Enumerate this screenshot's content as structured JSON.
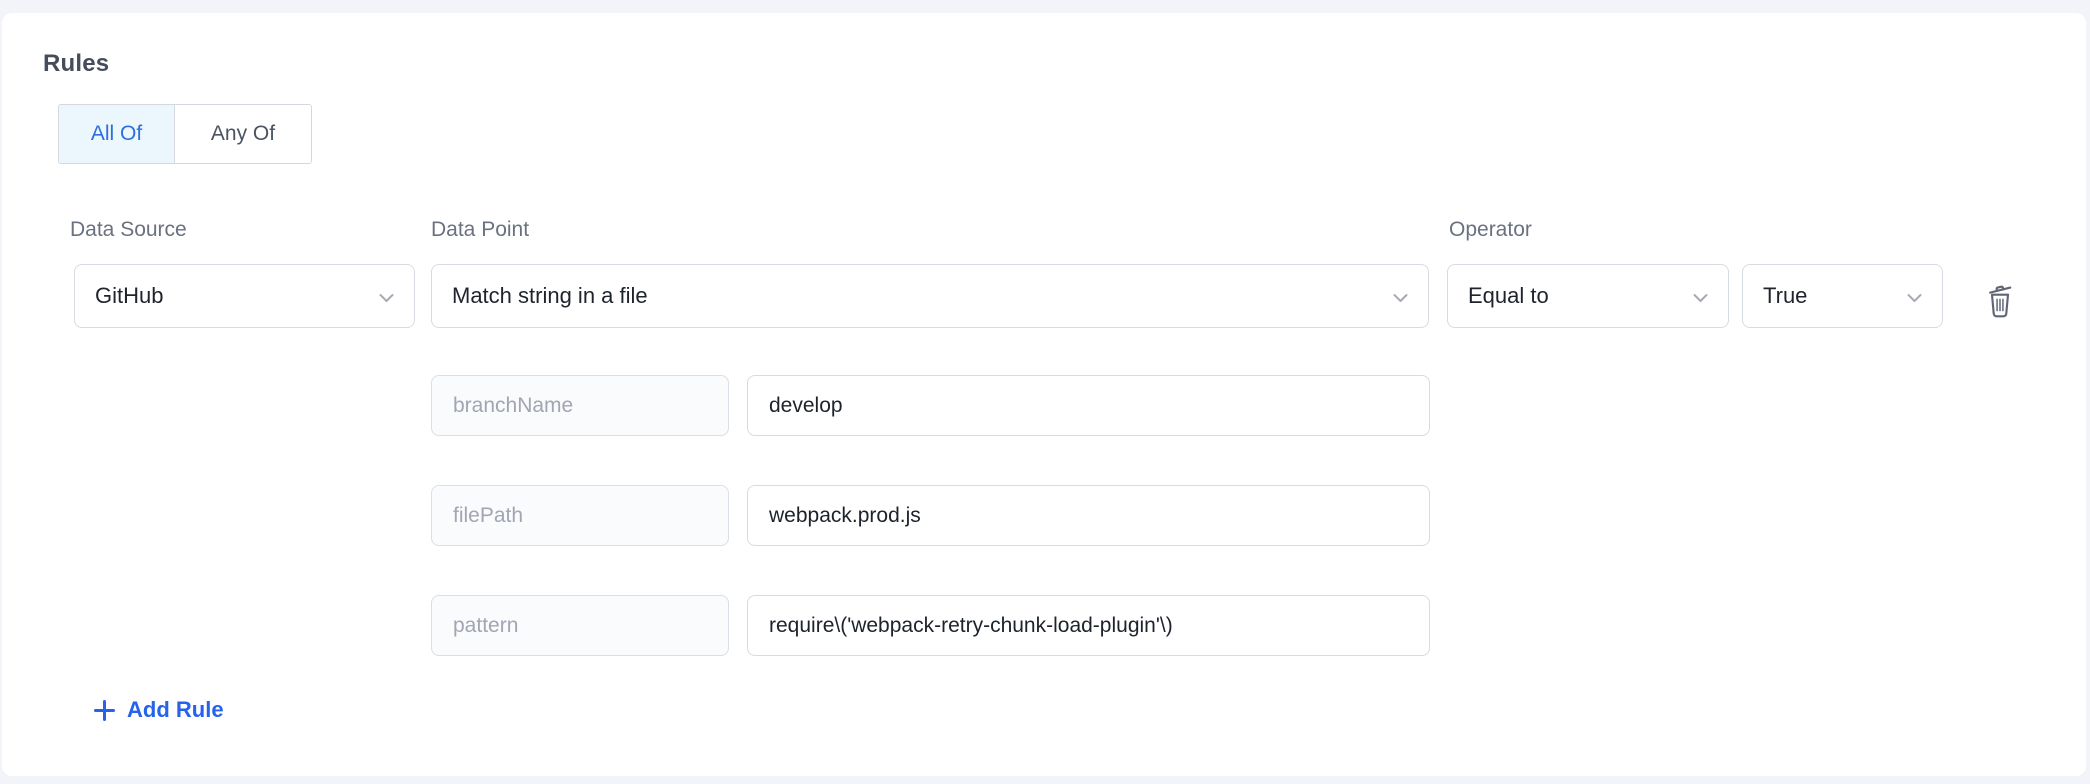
{
  "page": {
    "background_color": "#f2f4f9",
    "card_color": "#ffffff"
  },
  "rules": {
    "heading": "Rules",
    "match_mode": {
      "all_of_label": "All Of",
      "any_of_label": "Any Of",
      "selected": "All Of"
    },
    "fields": {
      "data_source": {
        "label": "Data Source",
        "value": "GitHub"
      },
      "data_point": {
        "label": "Data Point",
        "value": "Match string in a file"
      },
      "operator": {
        "label": "Operator",
        "value": "Equal to"
      },
      "expected": {
        "value": "True"
      }
    },
    "params": [
      {
        "key": "branchName",
        "value": "develop"
      },
      {
        "key": "filePath",
        "value": "webpack.prod.js"
      },
      {
        "key": "pattern",
        "value": "require\\('webpack-retry-chunk-load-plugin'\\)"
      }
    ],
    "add_rule_label": "Add Rule"
  },
  "icons": [
    "chevron-down-icon",
    "trash-icon",
    "plus-icon"
  ],
  "colors": {
    "accent_blue": "#2e6fe0",
    "link_blue": "#2563eb",
    "selected_toggle_bg": "#ebf7fc",
    "input_border": "#d9dbe2",
    "label_gray": "#6a7280",
    "muted_key_text": "#a2a5b3",
    "trash_gray": "#5f6575"
  }
}
